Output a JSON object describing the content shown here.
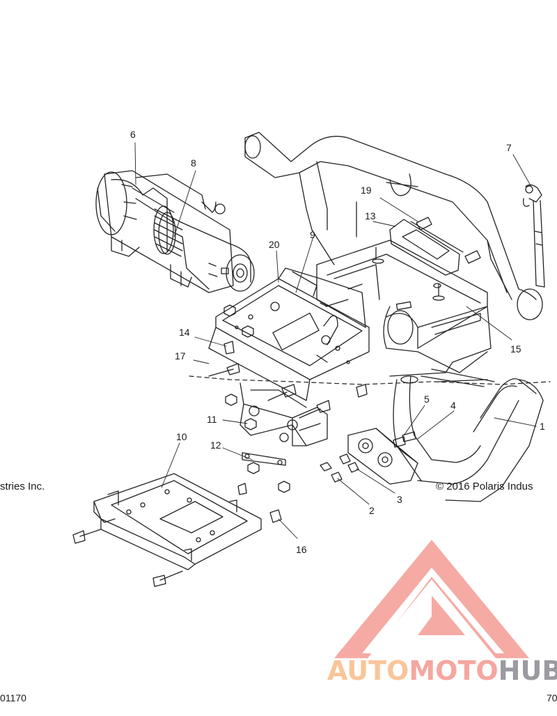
{
  "callouts": [
    "6",
    "8",
    "7",
    "19",
    "13",
    "9",
    "20",
    "14",
    "17",
    "15",
    "11",
    "10",
    "12",
    "5",
    "4",
    "1",
    "3",
    "2",
    "16"
  ],
  "copyright_left": "stries Inc.",
  "copyright_right": "© 2016 Polaris Indus",
  "ref_left": "01170",
  "ref_right": "70",
  "watermark": {
    "part1": "AUTO",
    "part2": "MOTO",
    "part3": "HUB",
    "colors": {
      "auto": "#f9c59a",
      "moto": "#f6a6a0",
      "hub": "#9a9aa0",
      "logo": "#f4a19b"
    }
  }
}
